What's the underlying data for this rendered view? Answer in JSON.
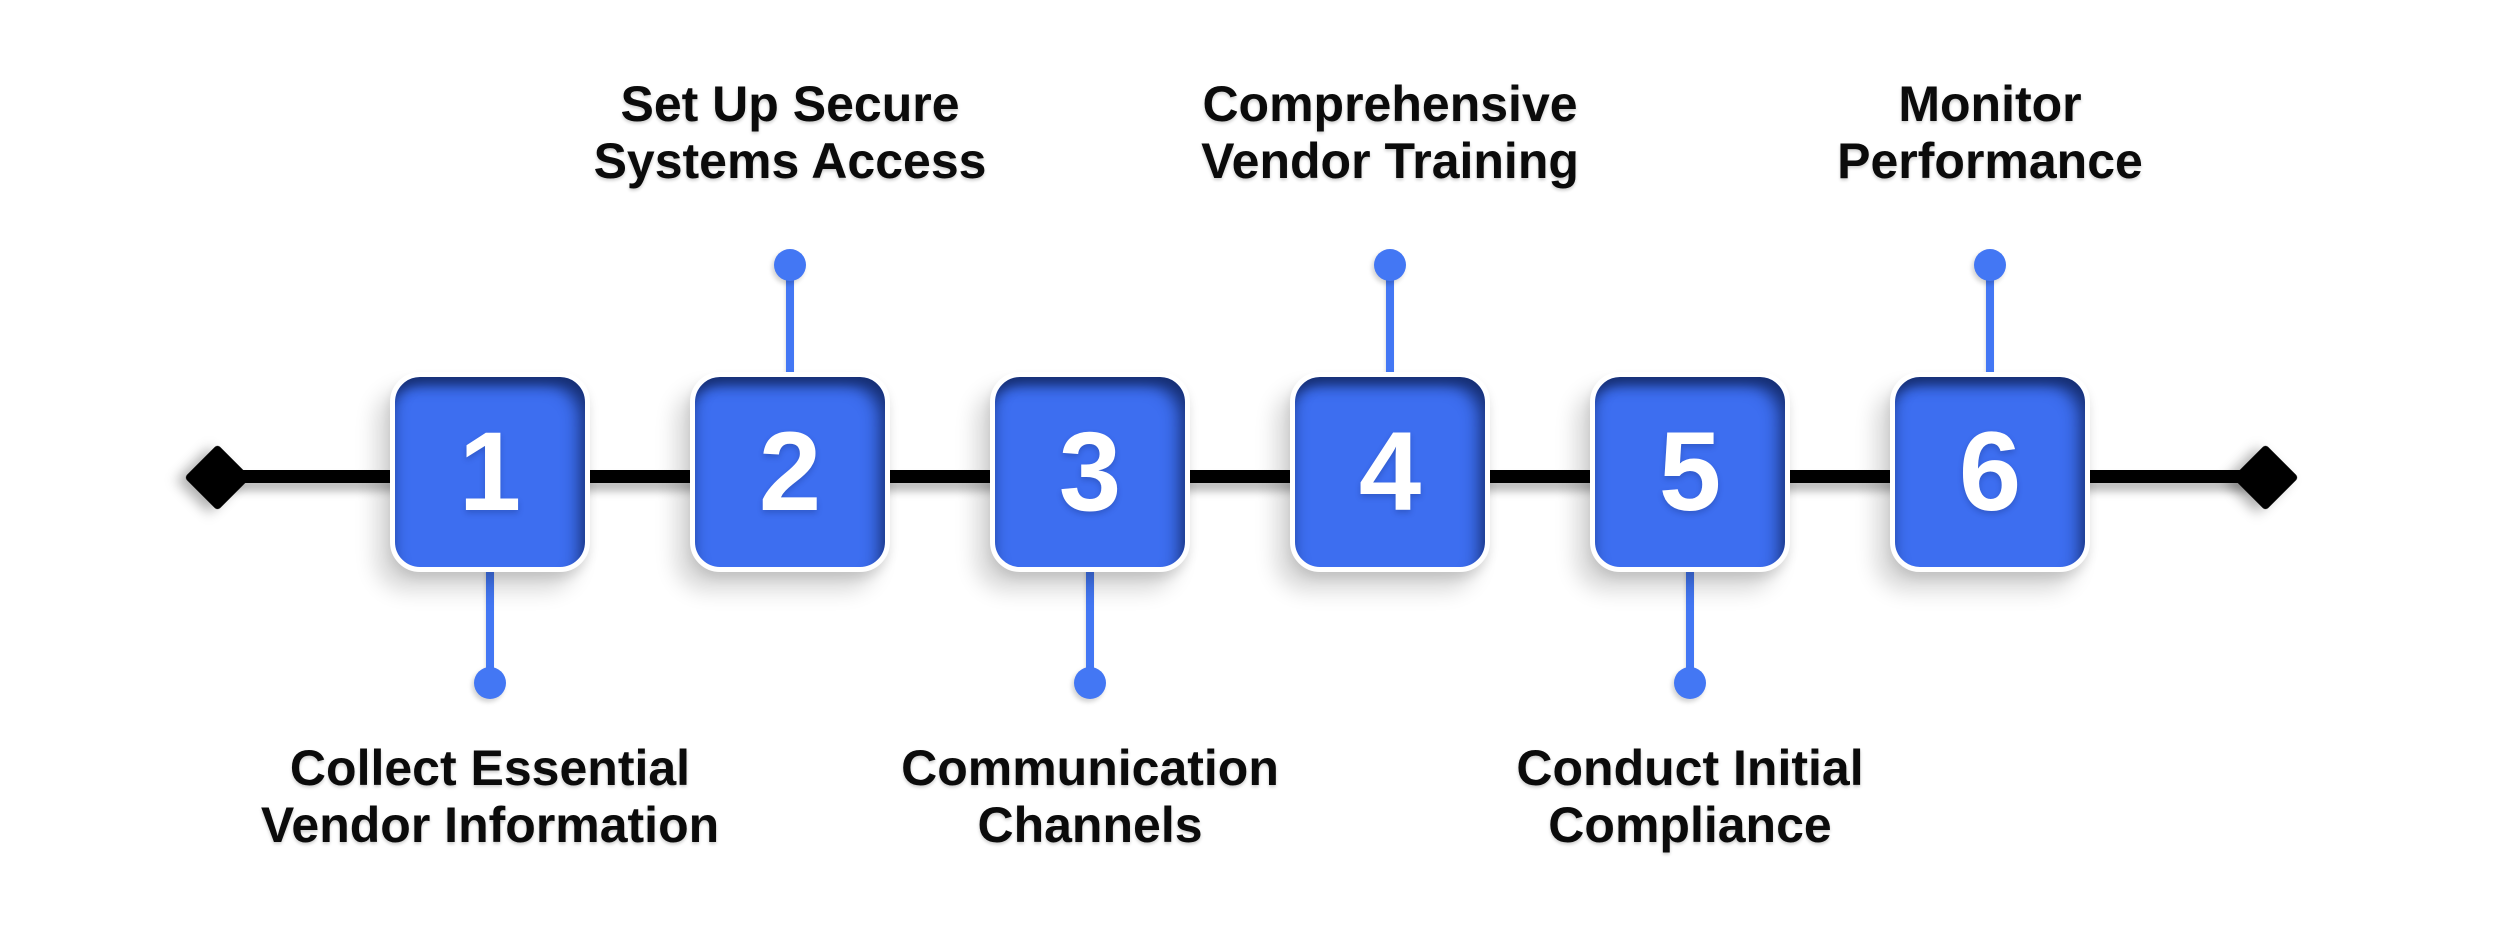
{
  "colors": {
    "bg": "#ffffff",
    "line": "#000000",
    "accent": "#3d6ef0",
    "connector": "#4377f4",
    "text": "#0b0b0b"
  },
  "timeline": {
    "start_marker": "diamond",
    "end_marker": "diamond"
  },
  "steps": [
    {
      "number": "1",
      "label": "Collect Essential\nVendor Information",
      "label_position": "below"
    },
    {
      "number": "2",
      "label": "Set Up Secure\nSystems Access",
      "label_position": "above"
    },
    {
      "number": "3",
      "label": "Communication\nChannels",
      "label_position": "below"
    },
    {
      "number": "4",
      "label": "Comprehensive\nVendor Training",
      "label_position": "above"
    },
    {
      "number": "5",
      "label": "Conduct Initial\nCompliance",
      "label_position": "below"
    },
    {
      "number": "6",
      "label": "Monitor\nPerformance",
      "label_position": "above"
    }
  ]
}
